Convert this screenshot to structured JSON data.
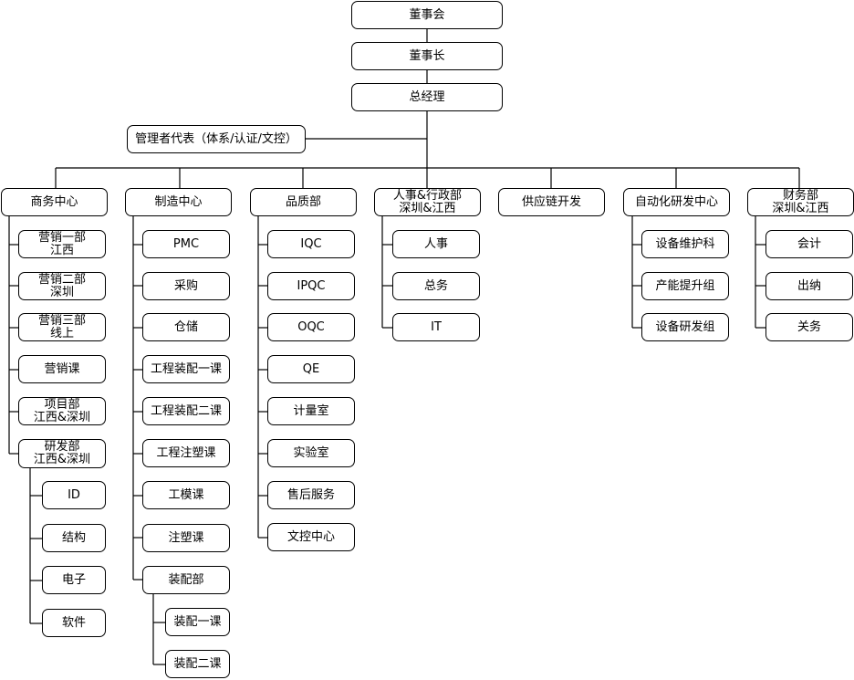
{
  "org": {
    "board": "董事会",
    "chairman": "董事长",
    "gm": "总经理",
    "rep": "管理者代表（体系/认证/文控）",
    "sales": {
      "label": "商务中心",
      "children": [
        "营销一部\n江西",
        "营销二部\n深圳",
        "营销三部\n线上",
        "营销课",
        "项目部\n江西&深圳",
        "研发部\n江西&深圳"
      ],
      "rd_children": [
        "ID",
        "结构",
        "电子",
        "软件"
      ]
    },
    "manufacturing": {
      "label": "制造中心",
      "children": [
        "PMC",
        "采购",
        "仓储",
        "工程装配一课",
        "工程装配二课",
        "工程注塑课",
        "工模课",
        "注塑课",
        "装配部"
      ],
      "assembly_children": [
        "装配一课",
        "装配二课"
      ]
    },
    "quality": {
      "label": "品质部",
      "children": [
        "IQC",
        "IPQC",
        "OQC",
        "QE",
        "计量室",
        "实验室",
        "售后服务",
        "文控中心"
      ]
    },
    "hr": {
      "label": "人事&行政部\n深圳&江西",
      "children": [
        "人事",
        "总务",
        "IT"
      ]
    },
    "supply": {
      "label": "供应链开发"
    },
    "automation": {
      "label": "自动化研发中心",
      "children": [
        "设备维护科",
        "产能提升组",
        "设备研发组"
      ]
    },
    "finance": {
      "label": "财务部\n深圳&江西",
      "children": [
        "会计",
        "出纳",
        "关务"
      ]
    }
  }
}
